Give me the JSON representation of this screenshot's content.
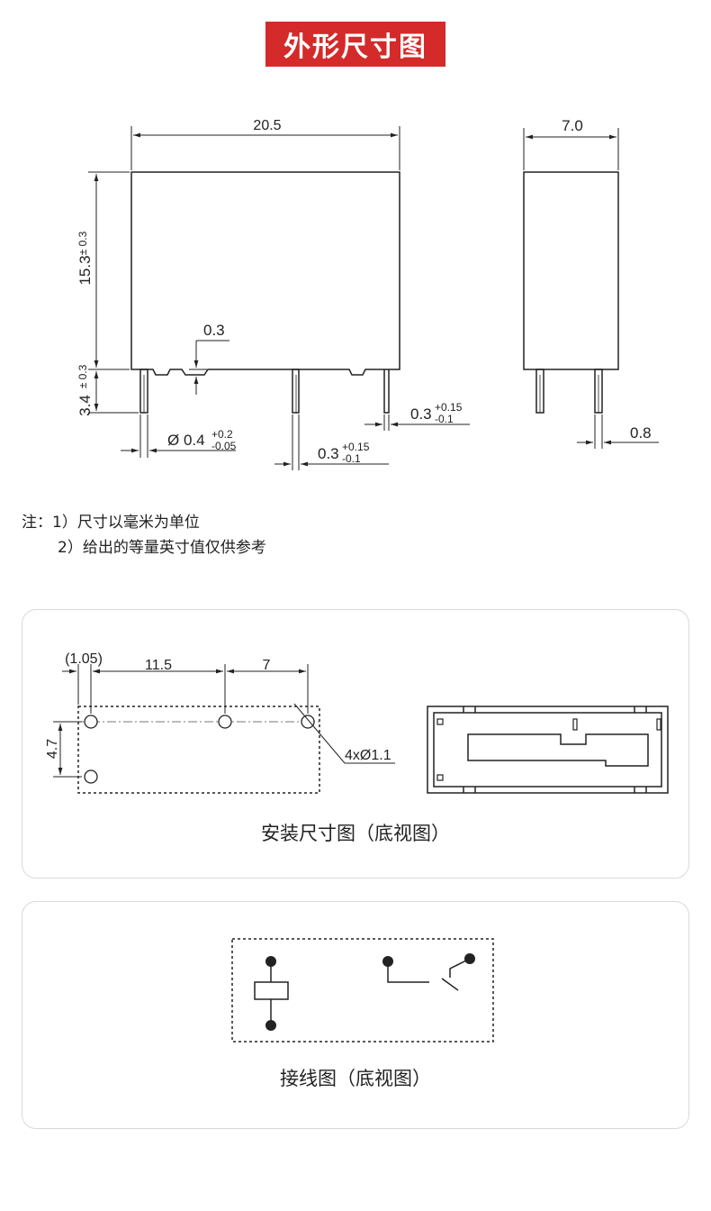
{
  "title": "外形尺寸图",
  "outline": {
    "width": "20.5",
    "depth": "7.0",
    "height": "15.3",
    "height_tol": "± 0.3",
    "pin_len": "3.4",
    "pin_len_tol": "± 0.3",
    "gap": "0.3",
    "pin_dia_prefix": "Ø 0.4",
    "pin_dia_up": "+0.2",
    "pin_dia_dn": "-0.05",
    "pin_a_base": "0.3",
    "pin_a_up": "+0.15",
    "pin_a_dn": "-0.1",
    "pin_b_base": "0.3",
    "pin_b_up": "+0.15",
    "pin_b_dn": "-0.1",
    "side_pin": "0.8"
  },
  "notes": {
    "line1": "注：1）尺寸以毫米为单位",
    "line2": "2）给出的等量英寸值仅供参考"
  },
  "mounting": {
    "d1": "(1.05)",
    "d2": "11.5",
    "d3": "7",
    "d4": "4.7",
    "holes": "4xØ1.1",
    "caption": "安装尺寸图（底视图）"
  },
  "wiring": {
    "caption": "接线图（底视图）"
  }
}
